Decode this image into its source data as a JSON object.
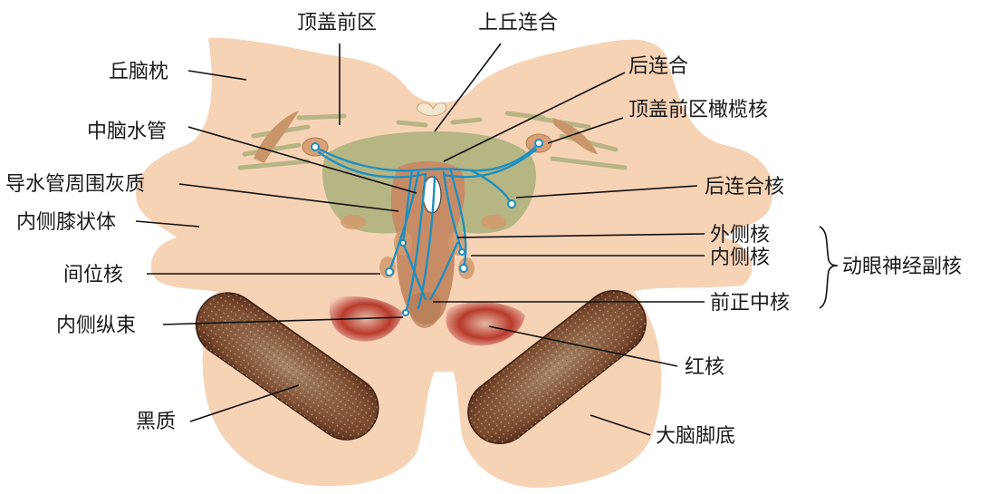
{
  "labels": {
    "tectum_pretectal": "顶盖前区",
    "superior_colliculus_commissure": "上丘连合",
    "pulvinar": "丘脑枕",
    "posterior_commissure": "后连合",
    "cerebral_aqueduct": "中脑水管",
    "pretectal_olivary_nucleus": "顶盖前区橄榄核",
    "periaqueductal_gray": "导水管周围灰质",
    "posterior_commissure_nucleus": "后连合核",
    "medial_geniculate_body": "内侧膝状体",
    "lateral_nucleus": "外侧核",
    "medial_nucleus": "内侧核",
    "accessory_oculomotor_nucleus": "动眼神经副核",
    "interstitial_nucleus": "间位核",
    "anterior_median_nucleus": "前正中核",
    "medial_longitudinal_fasciculus": "内侧纵束",
    "red_nucleus": "红核",
    "substantia_nigra": "黑质",
    "cerebral_peduncle": "大脑脚底"
  },
  "colors": {
    "brainstem": "#f7d3b6",
    "tegmentum": "#b6b584",
    "periaqueductal": "#c78c66",
    "fibers": "#1f8fc0",
    "red_nucleus": "#b83a2c",
    "substantia_nigra": "#8a5a3a"
  }
}
